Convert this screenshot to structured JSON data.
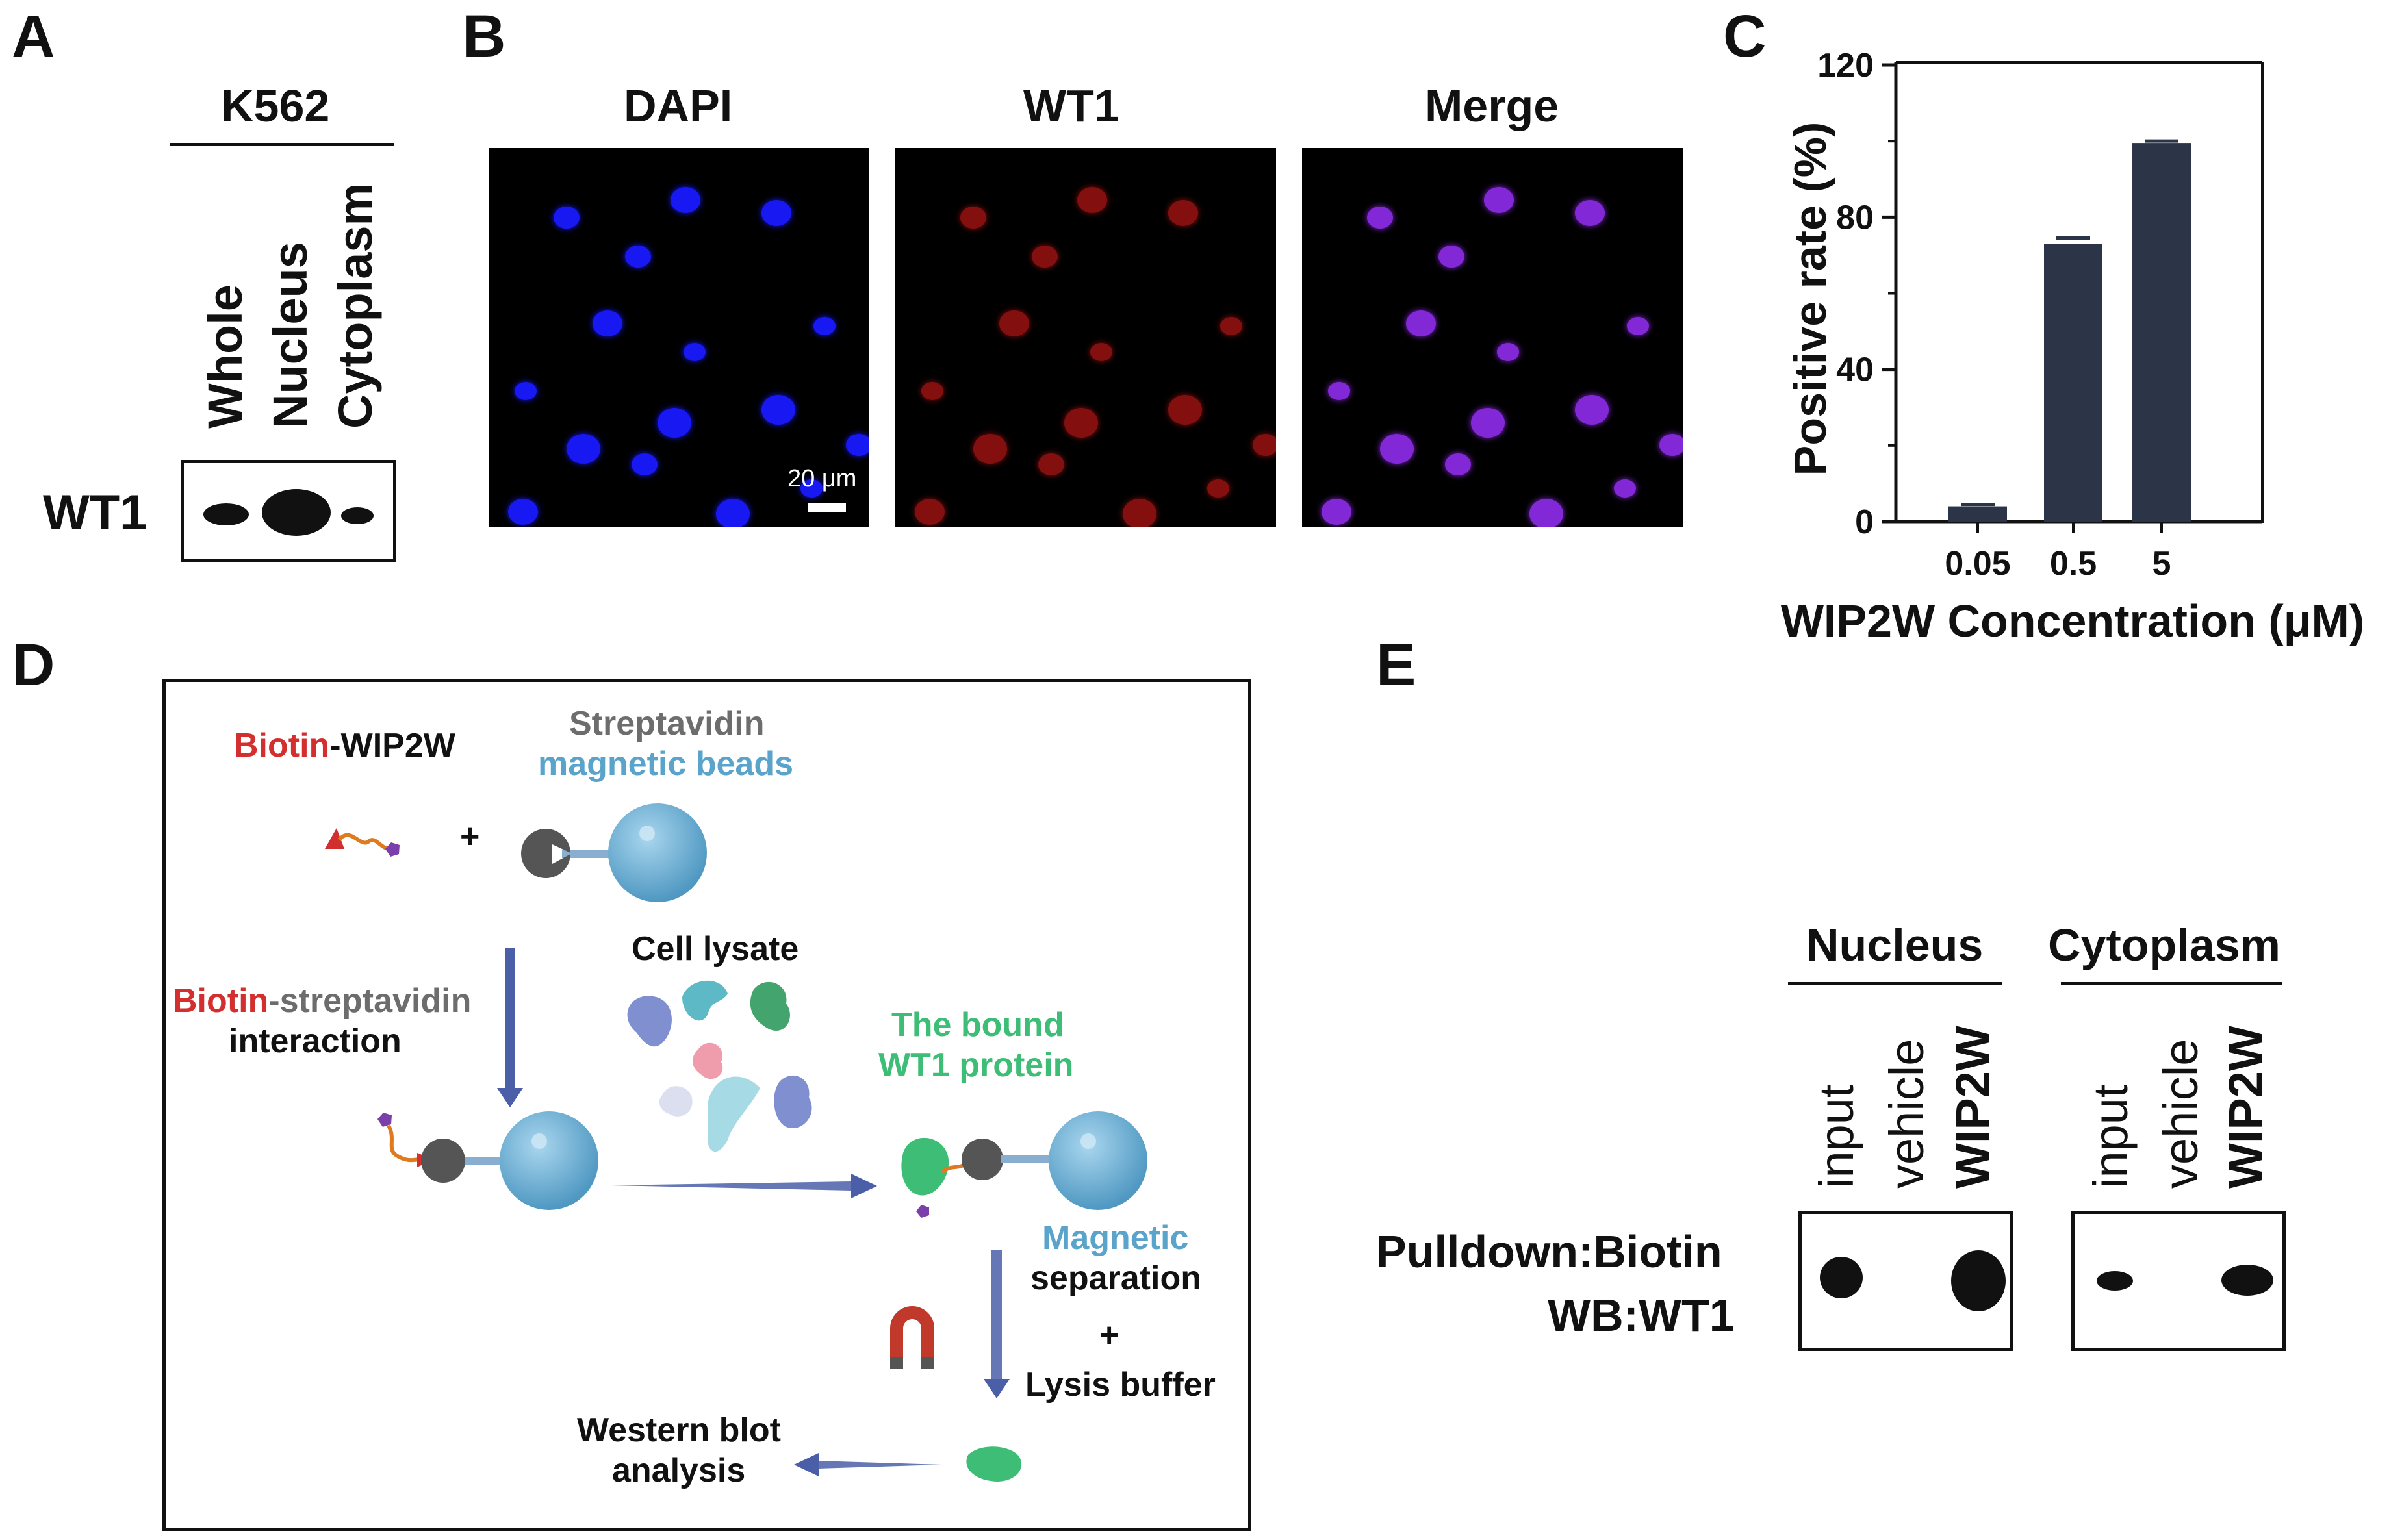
{
  "panels": {
    "a": "A",
    "b": "B",
    "c": "C",
    "d": "D",
    "e": "E"
  },
  "panel_a": {
    "cell_line": "K562",
    "lanes": [
      "Whole",
      "Nucleus",
      "Cytoplasm"
    ],
    "protein": "WT1"
  },
  "panel_b": {
    "channels": [
      "DAPI",
      "WT1",
      "Merge"
    ],
    "scale_bar": "20 μm",
    "colors": {
      "dapi": "#1a1aff",
      "wt1": "#b01515",
      "merge": "#8a2be2"
    }
  },
  "panel_c": {
    "chart_data": {
      "type": "bar",
      "categories": [
        "0.05",
        "0.5",
        "5"
      ],
      "values": [
        4,
        73,
        99.5
      ],
      "errors": [
        0.5,
        1.5,
        0.5
      ],
      "xlabel": "WIP2W Concentration (μM)",
      "ylabel": "Positive rate (%)",
      "ylim": [
        0,
        120
      ],
      "yticks": [
        "0",
        "40",
        "80",
        "120"
      ],
      "bar_color": "#2b3547",
      "grid": false
    }
  },
  "panel_d": {
    "biotin_label": {
      "part1": "Biotin",
      "part2": "-WIP2W"
    },
    "beads_label": {
      "line1": "Streptavidin",
      "line2": "magnetic beads"
    },
    "plus1": "+",
    "interaction_label": {
      "part1": "Biotin",
      "part2": "-streptavidin",
      "line2": "interaction"
    },
    "cell_lysate": "Cell lysate",
    "bound_label": {
      "line1": "The bound",
      "line2": "WT1 protein"
    },
    "magnetic_label": {
      "line1": "Magnetic",
      "line2": "separation"
    },
    "plus2": "+",
    "lysis_buffer": "Lysis buffer",
    "western": {
      "line1": "Western blot",
      "line2": "analysis"
    },
    "colors": {
      "red": "#d32f2f",
      "gray": "#6d6d6d",
      "blue": "#5aa4cc",
      "green": "#3dbd75",
      "arrow": "#4a5fa8"
    }
  },
  "panel_e": {
    "groups": [
      "Nucleus",
      "Cytoplasm"
    ],
    "lanes": [
      "input",
      "vehicle",
      "WIP2W"
    ],
    "pulldown": "Pulldown:Biotin",
    "wb": "WB:WT1"
  }
}
